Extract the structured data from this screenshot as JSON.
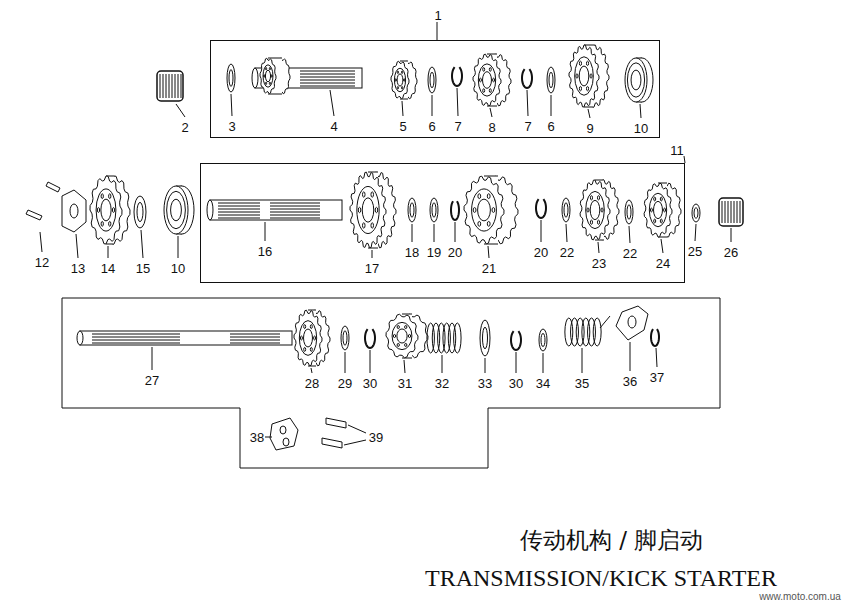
{
  "diagram": {
    "title": "传动机构 / 脚启动",
    "caption": "TRANSMISSION/KICK STARTER",
    "nodes": [
      {
        "text": [
          "1"
        ]
      },
      {
        "text": [
          "11"
        ]
      }
    ],
    "labels": [
      "2",
      "3",
      "4",
      "5",
      "6",
      "7",
      "8",
      "7",
      "6",
      "9",
      "10",
      "12",
      "13",
      "14",
      "15",
      "10",
      "16",
      "17",
      "18",
      "19",
      "20",
      "21",
      "20",
      "22",
      "23",
      "22",
      "24",
      "25",
      "26",
      "27",
      "28",
      "29",
      "30",
      "31",
      "32",
      "33",
      "30",
      "34",
      "35",
      "36",
      "37",
      "38",
      "39",
      "www.moto.com.ua"
    ]
  }
}
